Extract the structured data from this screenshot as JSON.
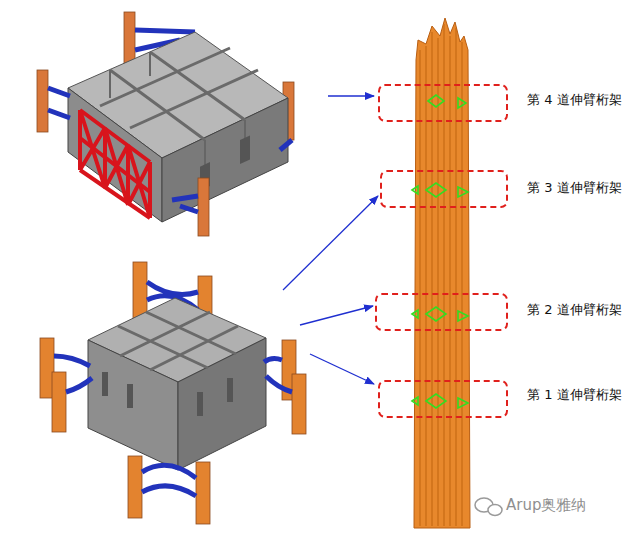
{
  "diagram": {
    "nodes": [
      {
        "text": [
          "第 4 道伸臂桁架"
        ]
      },
      {
        "text": [
          "第 3 道伸臂桁架"
        ]
      },
      {
        "text": [
          "第 2 道伸臂桁架"
        ]
      },
      {
        "text": [
          "第 1 道伸臂桁架"
        ]
      }
    ],
    "labels": [
      "Arup奥雅纳"
    ]
  }
}
